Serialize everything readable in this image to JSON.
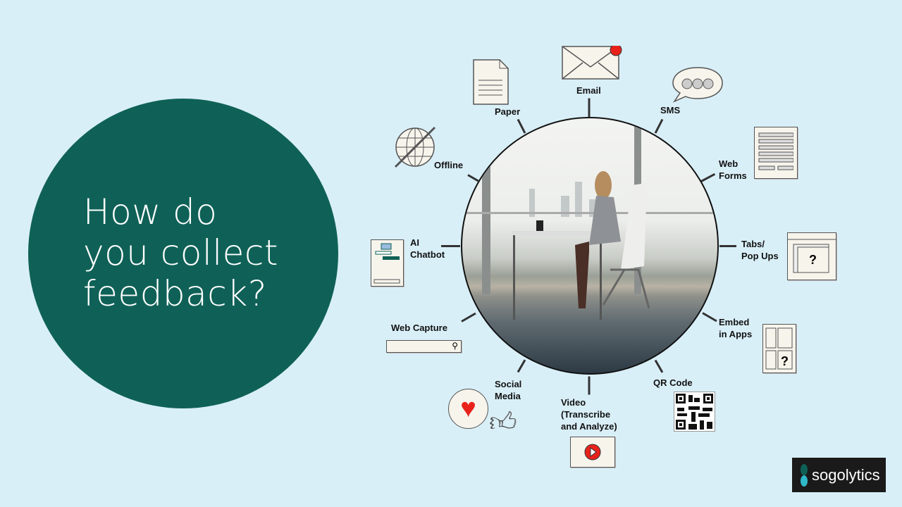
{
  "headline": "How do\nyou collect\nfeedback?",
  "channels": {
    "email": "Email",
    "paper": "Paper",
    "sms": "SMS",
    "offline": "Offline",
    "web_forms": "Web\nForms",
    "ai_chatbot": "AI\nChatbot",
    "tabs_popups": "Tabs/\nPop Ups",
    "web_capture": "Web Capture",
    "embed_apps": "Embed\nin Apps",
    "social_media": "Social\nMedia",
    "video": "Video\n(Transcribe\nand Analyze)",
    "qr_code": "QR Code"
  },
  "logo": {
    "text": "sogolytics"
  },
  "colors": {
    "background": "#d9eff8",
    "accent": "#0f6157",
    "alert": "#e8221b"
  }
}
